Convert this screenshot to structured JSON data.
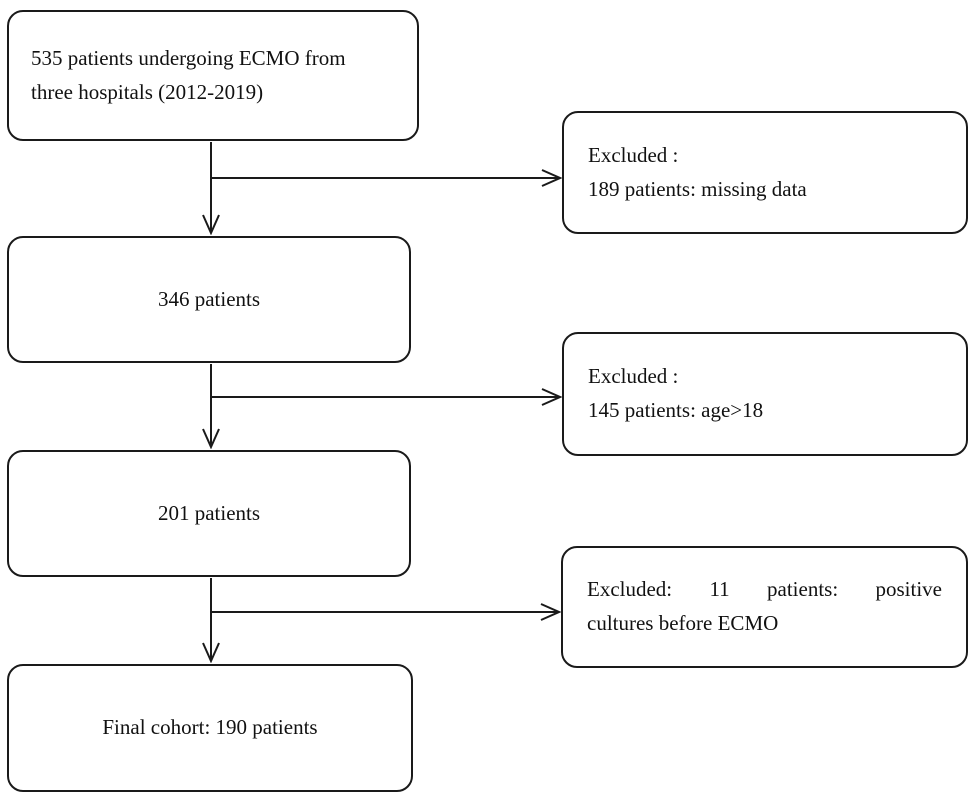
{
  "flow": {
    "start": {
      "line1": "535 patients undergoing ECMO from",
      "line2": "three hospitals (2012-2019)"
    },
    "step2": {
      "label": "346 patients"
    },
    "step3": {
      "label": "201 patients"
    },
    "final": {
      "label": "Final cohort: 190 patients"
    }
  },
  "exclusions": [
    {
      "line1": "Excluded :",
      "line2": "189 patients: missing data"
    },
    {
      "line1": "Excluded :",
      "line2": "145 patients: age>18"
    },
    {
      "line1": "Excluded:  11  patients:  positive",
      "line2": "cultures before ECMO"
    }
  ],
  "colors": {
    "line": "#1a1a1a",
    "background": "#ffffff"
  }
}
